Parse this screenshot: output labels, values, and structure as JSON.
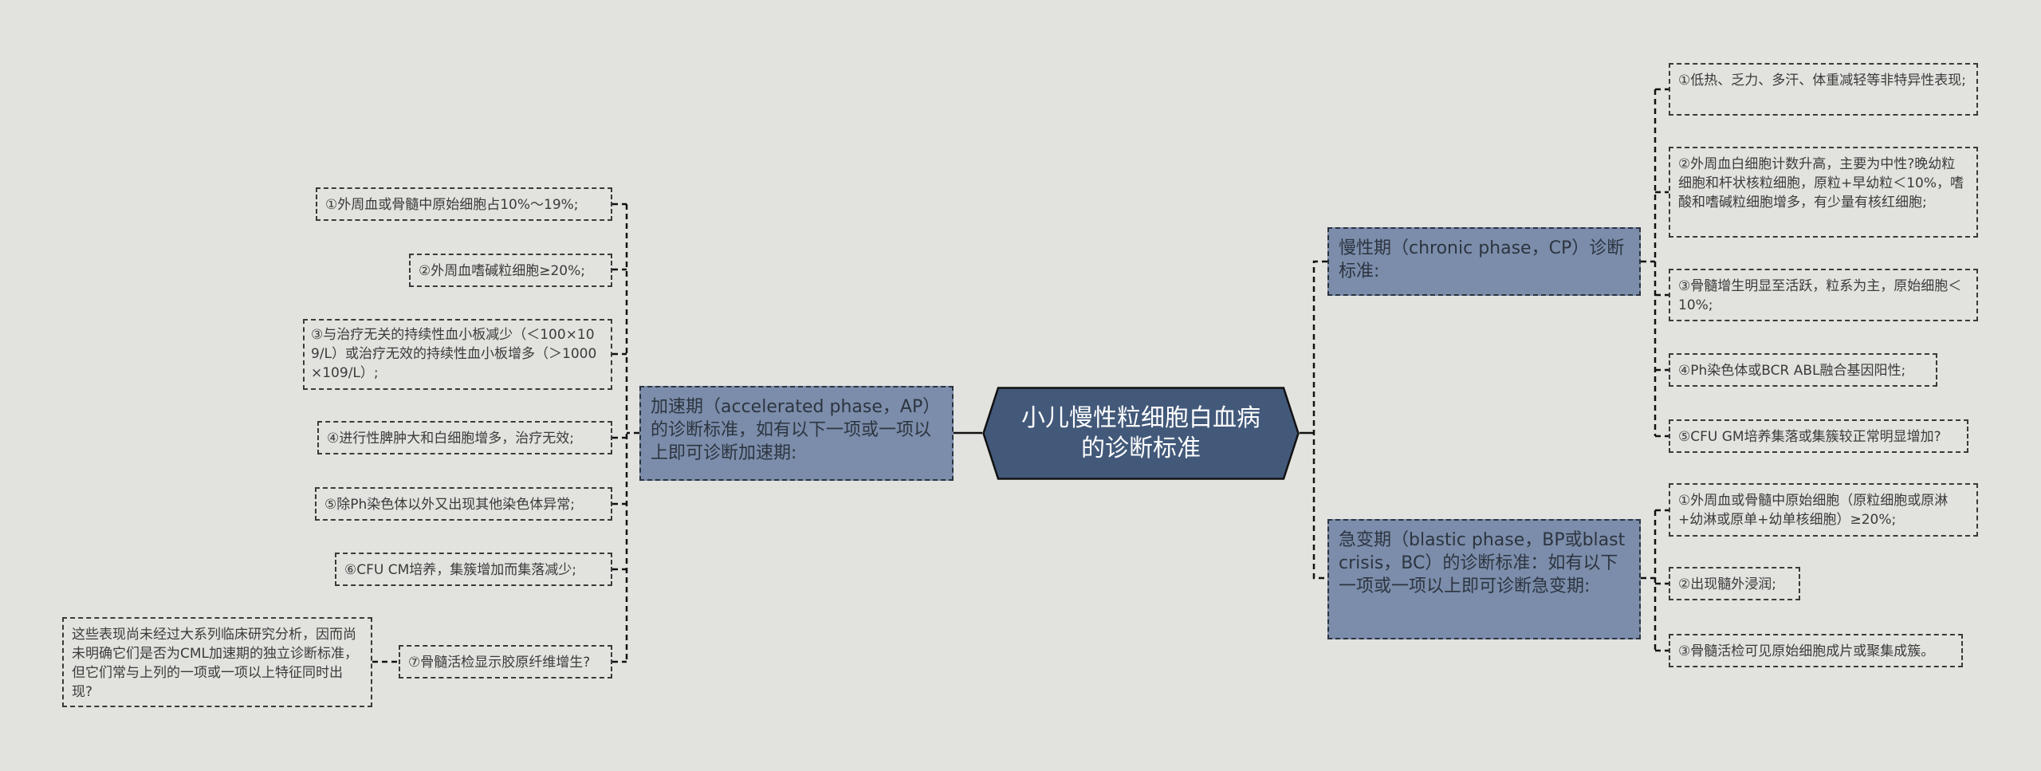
{
  "center": {
    "title": "小儿慢性粒细胞白血病的诊断标准",
    "fill": "#42597a",
    "border": "#111111"
  },
  "branches": {
    "accelerated": {
      "label": "加速期（accelerated phase，AP）的诊断标准，如有以下一项或一项以上即可诊断加速期:",
      "items": [
        "①外周血或骨髓中原始细胞占10%～19%;",
        "②外周血嗜碱粒细胞≥20%;",
        "③与治疗无关的持续性血小板减少（＜100×109/L）或治疗无效的持续性血小板增多（＞1000×109/L）;",
        "④进行性脾肿大和白细胞增多，治疗无效;",
        "⑤除Ph染色体以外又出现其他染色体异常;",
        "⑥CFU CM培养，集簇增加而集落减少;",
        "⑦骨髓活检显示胶原纤维增生?"
      ],
      "note": "这些表现尚未经过大系列临床研究分析，因而尚未明确它们是否为CML加速期的独立诊断标准，但它们常与上列的一项或一项以上特征同时出现?"
    },
    "chronic": {
      "label": "慢性期（chronic phase，CP）诊断标准:",
      "items": [
        "①低热、乏力、多汗、体重减轻等非特异性表现;",
        "②外周血白细胞计数升高，主要为中性?晚幼粒细胞和杆状核粒细胞，原粒+早幼粒＜10%，嗜酸和嗜碱粒细胞增多，有少量有核红细胞;",
        "③骨髓增生明显至活跃，粒系为主，原始细胞＜10%;",
        "④Ph染色体或BCR ABL融合基因阳性;",
        "⑤CFU GM培养集落或集簇较正常明显增加?"
      ]
    },
    "blastic": {
      "label": "急变期（blastic phase，BP或blast crisis，BC）的诊断标准：如有以下一项或一项以上即可诊断急变期:",
      "items": [
        "①外周血或骨髓中原始细胞（原粒细胞或原淋+幼淋或原单+幼单核细胞）≥20%;",
        "②出现髓外浸润;",
        "③骨髓活检可见原始细胞成片或聚集成簇。"
      ]
    }
  },
  "colors": {
    "background": "#e2e2de",
    "branch_fill": "#7b8daa",
    "center_fill": "#42597a",
    "line": "#111111"
  }
}
